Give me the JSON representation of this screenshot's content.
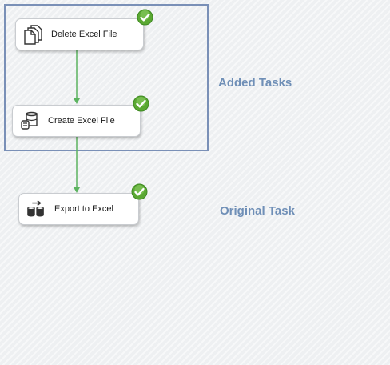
{
  "tasks": {
    "delete_excel": {
      "label": "Delete Excel File",
      "icon": "file-system-icon",
      "status": "success"
    },
    "create_excel": {
      "label": "Create Excel File",
      "icon": "sql-task-icon",
      "status": "success"
    },
    "export_excel": {
      "label": "Export to Excel",
      "icon": "data-flow-icon",
      "status": "success"
    }
  },
  "annotations": {
    "added_tasks": "Added Tasks",
    "original_task": "Original Task"
  },
  "colors": {
    "group_border": "#7a90b7",
    "annotation_text": "#6f8fb7",
    "connector": "#5cb35f",
    "success": "#5aa832"
  }
}
